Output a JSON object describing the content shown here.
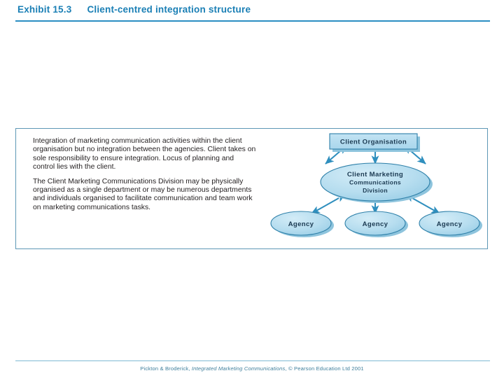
{
  "header": {
    "exhibit_number": "Exhibit 15.3",
    "exhibit_title": "Client-centred integration structure",
    "accent_color": "#1a7fb5",
    "rule_color": "#2a8ec2"
  },
  "figure": {
    "border_color": "#5d97b5",
    "background": "#ffffff",
    "description": {
      "paragraph_1": "Integration of marketing communication activities within the client organisation but no integration between the agencies. Client takes on sole responsibility to ensure integration. Locus of planning and control lies with the client.",
      "paragraph_2": "The Client Marketing Communications Division may be physically organised as a single department or may be numerous departments and individuals organised to facilitate communication and team work on marketing communications tasks."
    },
    "diagram": {
      "type": "hierarchy",
      "node_fill": "#b3dcef",
      "node_stroke": "#2d7fa8",
      "shadow_fill": "#8ec4dd",
      "arrow_color": "#2f8fbe",
      "nodes": [
        {
          "id": "client-organisation",
          "shape": "rectangle",
          "label": "Client Organisation",
          "lines": [
            "Client Organisation"
          ],
          "level": 1
        },
        {
          "id": "client-marketing-communications-division",
          "shape": "ellipse",
          "label": "Client Marketing Communications Division",
          "lines": [
            "Client Marketing",
            "Communications",
            "Division"
          ],
          "level": 2
        },
        {
          "id": "agency-1",
          "shape": "ellipse",
          "label": "Agency",
          "lines": [
            "Agency"
          ],
          "level": 3
        },
        {
          "id": "agency-2",
          "shape": "ellipse",
          "label": "Agency",
          "lines": [
            "Agency"
          ],
          "level": 3
        },
        {
          "id": "agency-3",
          "shape": "ellipse",
          "label": "Agency",
          "lines": [
            "Agency"
          ],
          "level": 3
        }
      ],
      "connections": [
        {
          "from": "client-organisation",
          "to": "client-marketing-communications-division",
          "style": "double-arrow"
        },
        {
          "from": "client-organisation",
          "to": "client-marketing-communications-division",
          "style": "double-arrow"
        },
        {
          "from": "client-organisation",
          "to": "client-marketing-communications-division",
          "style": "double-arrow"
        },
        {
          "from": "client-marketing-communications-division",
          "to": "agency-1",
          "style": "double-arrow"
        },
        {
          "from": "client-marketing-communications-division",
          "to": "agency-2",
          "style": "double-arrow"
        },
        {
          "from": "client-marketing-communications-division",
          "to": "agency-3",
          "style": "double-arrow"
        }
      ]
    }
  },
  "footer": {
    "credit_prefix": "Pickton & Broderick, ",
    "credit_title": "Integrated Marketing Communications",
    "credit_suffix": ", © Pearson Education Ltd 2001",
    "rule_color": "#7fb9d4"
  }
}
